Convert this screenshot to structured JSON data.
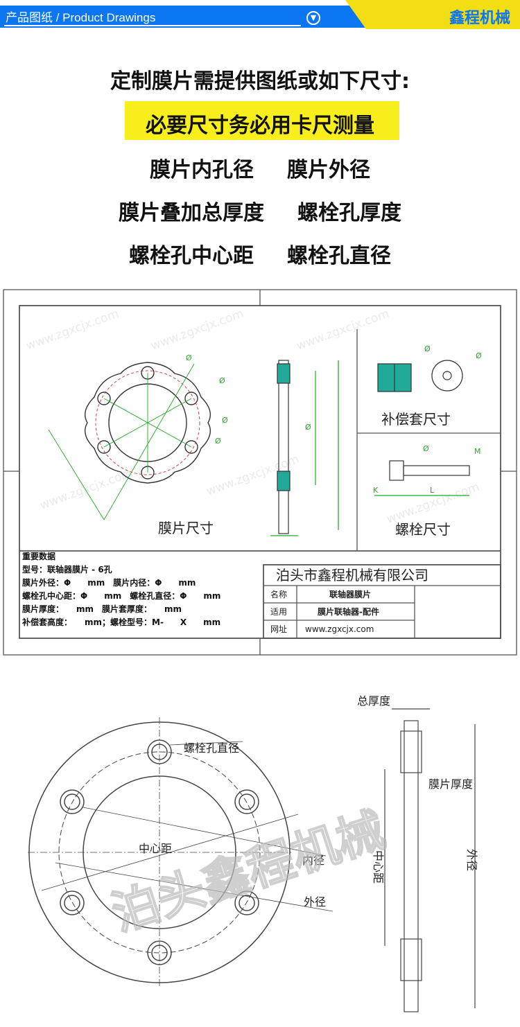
{
  "header": {
    "title": "产品图纸 / Product Drawings",
    "dropdown_icon": "chevron-down-circle-icon",
    "brand": "鑫程机械"
  },
  "requirements": {
    "heading": "定制膜片需提供图纸或如下尺寸:",
    "highlight": "必要尺寸务必用卡尺测量",
    "items": [
      "膜片内孔径",
      "膜片外径",
      "膜片叠加总厚度",
      "螺栓孔厚度",
      "螺栓孔中心距",
      "螺栓孔直径"
    ]
  },
  "drawing1": {
    "watermark": "www.zgxcjx.com",
    "phi": "Ø",
    "labels": {
      "diaphragm": "膜片尺寸",
      "sleeve": "补偿套尺寸",
      "bolt": "螺栓尺寸",
      "k": "K",
      "l": "L",
      "m": "M"
    },
    "data_title": "重要数据",
    "data_lines": [
      "型号：联轴器膜片 - 6孔",
      "膜片外径：Φ　　mm　膜片内径：Φ　　mm",
      "螺栓孔中心距：Φ　　mm　螺栓孔直径：Φ　　mm",
      "膜片厚度：　　mm　膜片套厚度：　　mm",
      "补偿套高度：　　mm；螺栓型号：M-　　X　　mm"
    ],
    "company": "泊头市鑫程机械有限公司",
    "table": [
      {
        "k": "名称",
        "v": "联轴器膜片"
      },
      {
        "k": "适用",
        "v": "膜片联轴器-配件"
      },
      {
        "k": "网址",
        "v": "www.zgxcjx.com"
      }
    ]
  },
  "drawing2": {
    "watermark": "泊头鑫程机械",
    "labels": {
      "bolt_hole_dia": "螺栓孔直径",
      "center_dist": "中心距",
      "inner": "内径",
      "outer": "外径",
      "total_thickness": "总厚度",
      "plate_thickness": "膜片厚度",
      "side_center": "中心距",
      "side_outer": "外径"
    }
  }
}
